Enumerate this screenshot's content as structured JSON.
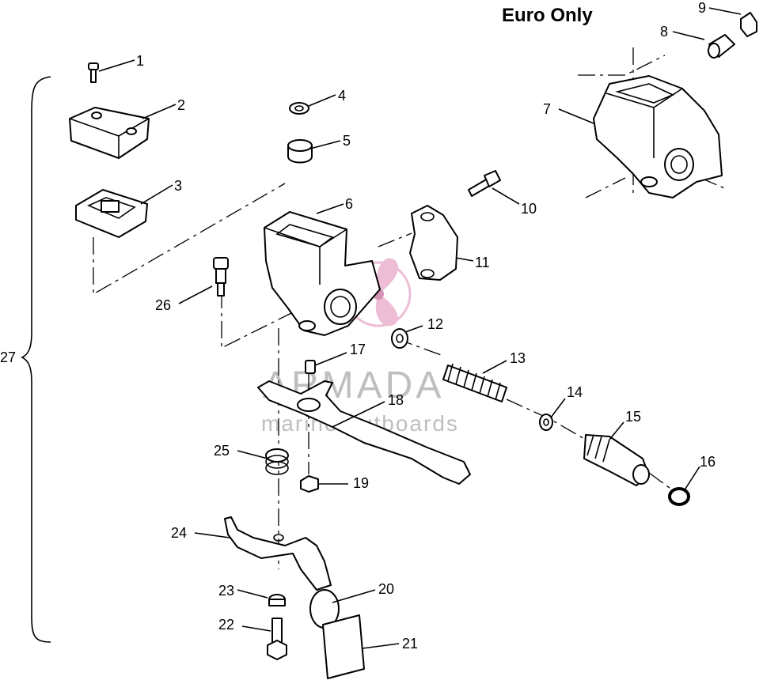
{
  "diagram": {
    "title": "Euro Only",
    "watermark": {
      "brand": "ARMADA",
      "tagline": "marine outboards",
      "logo_color": "#e8a8c8",
      "text_color": "#8a8a8a"
    },
    "callouts": [
      {
        "id": "1",
        "label": "1"
      },
      {
        "id": "2",
        "label": "2"
      },
      {
        "id": "3",
        "label": "3"
      },
      {
        "id": "4",
        "label": "4"
      },
      {
        "id": "5",
        "label": "5"
      },
      {
        "id": "6",
        "label": "6"
      },
      {
        "id": "7",
        "label": "7"
      },
      {
        "id": "8",
        "label": "8"
      },
      {
        "id": "9",
        "label": "9"
      },
      {
        "id": "10",
        "label": "10"
      },
      {
        "id": "11",
        "label": "11"
      },
      {
        "id": "12",
        "label": "12"
      },
      {
        "id": "13",
        "label": "13"
      },
      {
        "id": "14",
        "label": "14"
      },
      {
        "id": "15",
        "label": "15"
      },
      {
        "id": "16",
        "label": "16"
      },
      {
        "id": "17",
        "label": "17"
      },
      {
        "id": "18",
        "label": "18"
      },
      {
        "id": "19",
        "label": "19"
      },
      {
        "id": "20",
        "label": "20"
      },
      {
        "id": "21",
        "label": "21"
      },
      {
        "id": "22",
        "label": "22"
      },
      {
        "id": "23",
        "label": "23"
      },
      {
        "id": "24",
        "label": "24"
      },
      {
        "id": "25",
        "label": "25"
      },
      {
        "id": "26",
        "label": "26"
      },
      {
        "id": "27",
        "label": "27"
      }
    ]
  }
}
